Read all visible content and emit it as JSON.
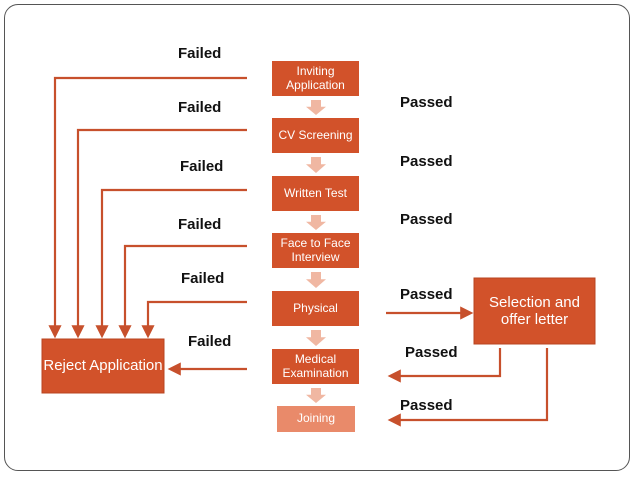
{
  "colors": {
    "box_fill": "#d2522a",
    "box_fill_light": "#e27a55",
    "joining_fill": "#e98a6a",
    "arrow": "#c7502c",
    "small_arrow": "#f0b7a2",
    "text_dark": "#111111"
  },
  "steps": [
    {
      "id": "inviting-application",
      "label": "Inviting Application"
    },
    {
      "id": "cv-screening",
      "label": "CV Screening"
    },
    {
      "id": "written-test",
      "label": "Written Test"
    },
    {
      "id": "face-to-face-interview",
      "label": "Face to Face Interview"
    },
    {
      "id": "physical",
      "label": "Physical"
    },
    {
      "id": "medical-examination",
      "label": "Medical Examination"
    },
    {
      "id": "joining",
      "label": "Joining"
    }
  ],
  "reject_box": {
    "label": "Reject Application"
  },
  "selection_box": {
    "label": "Selection and offer letter"
  },
  "failed_labels": [
    "Failed",
    "Failed",
    "Failed",
    "Failed",
    "Failed",
    "Failed"
  ],
  "passed_labels": [
    "Passed",
    "Passed",
    "Passed",
    "Passed",
    "Passed",
    "Passed"
  ]
}
